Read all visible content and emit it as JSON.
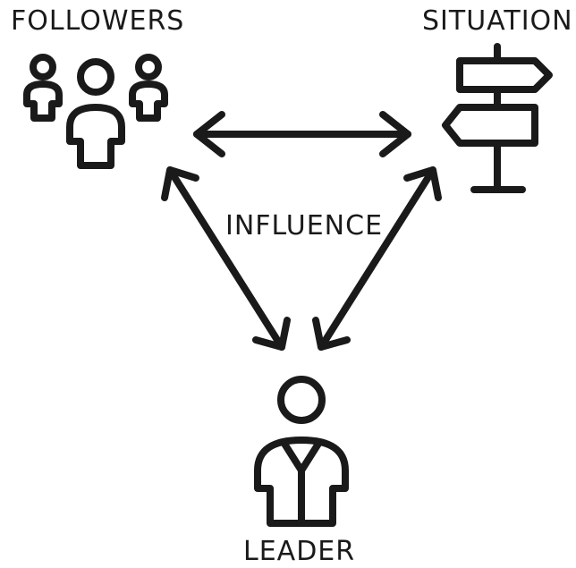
{
  "nodes": {
    "followers": {
      "label": "FOLLOWERS",
      "icon": "group-of-people-icon"
    },
    "situation": {
      "label": "SITUATION",
      "icon": "signpost-icon"
    },
    "leader": {
      "label": "LEADER",
      "icon": "person-icon"
    }
  },
  "relation": {
    "label": "INFLUENCE"
  },
  "colors": {
    "ink": "#1a1a1a",
    "background": "#ffffff"
  }
}
